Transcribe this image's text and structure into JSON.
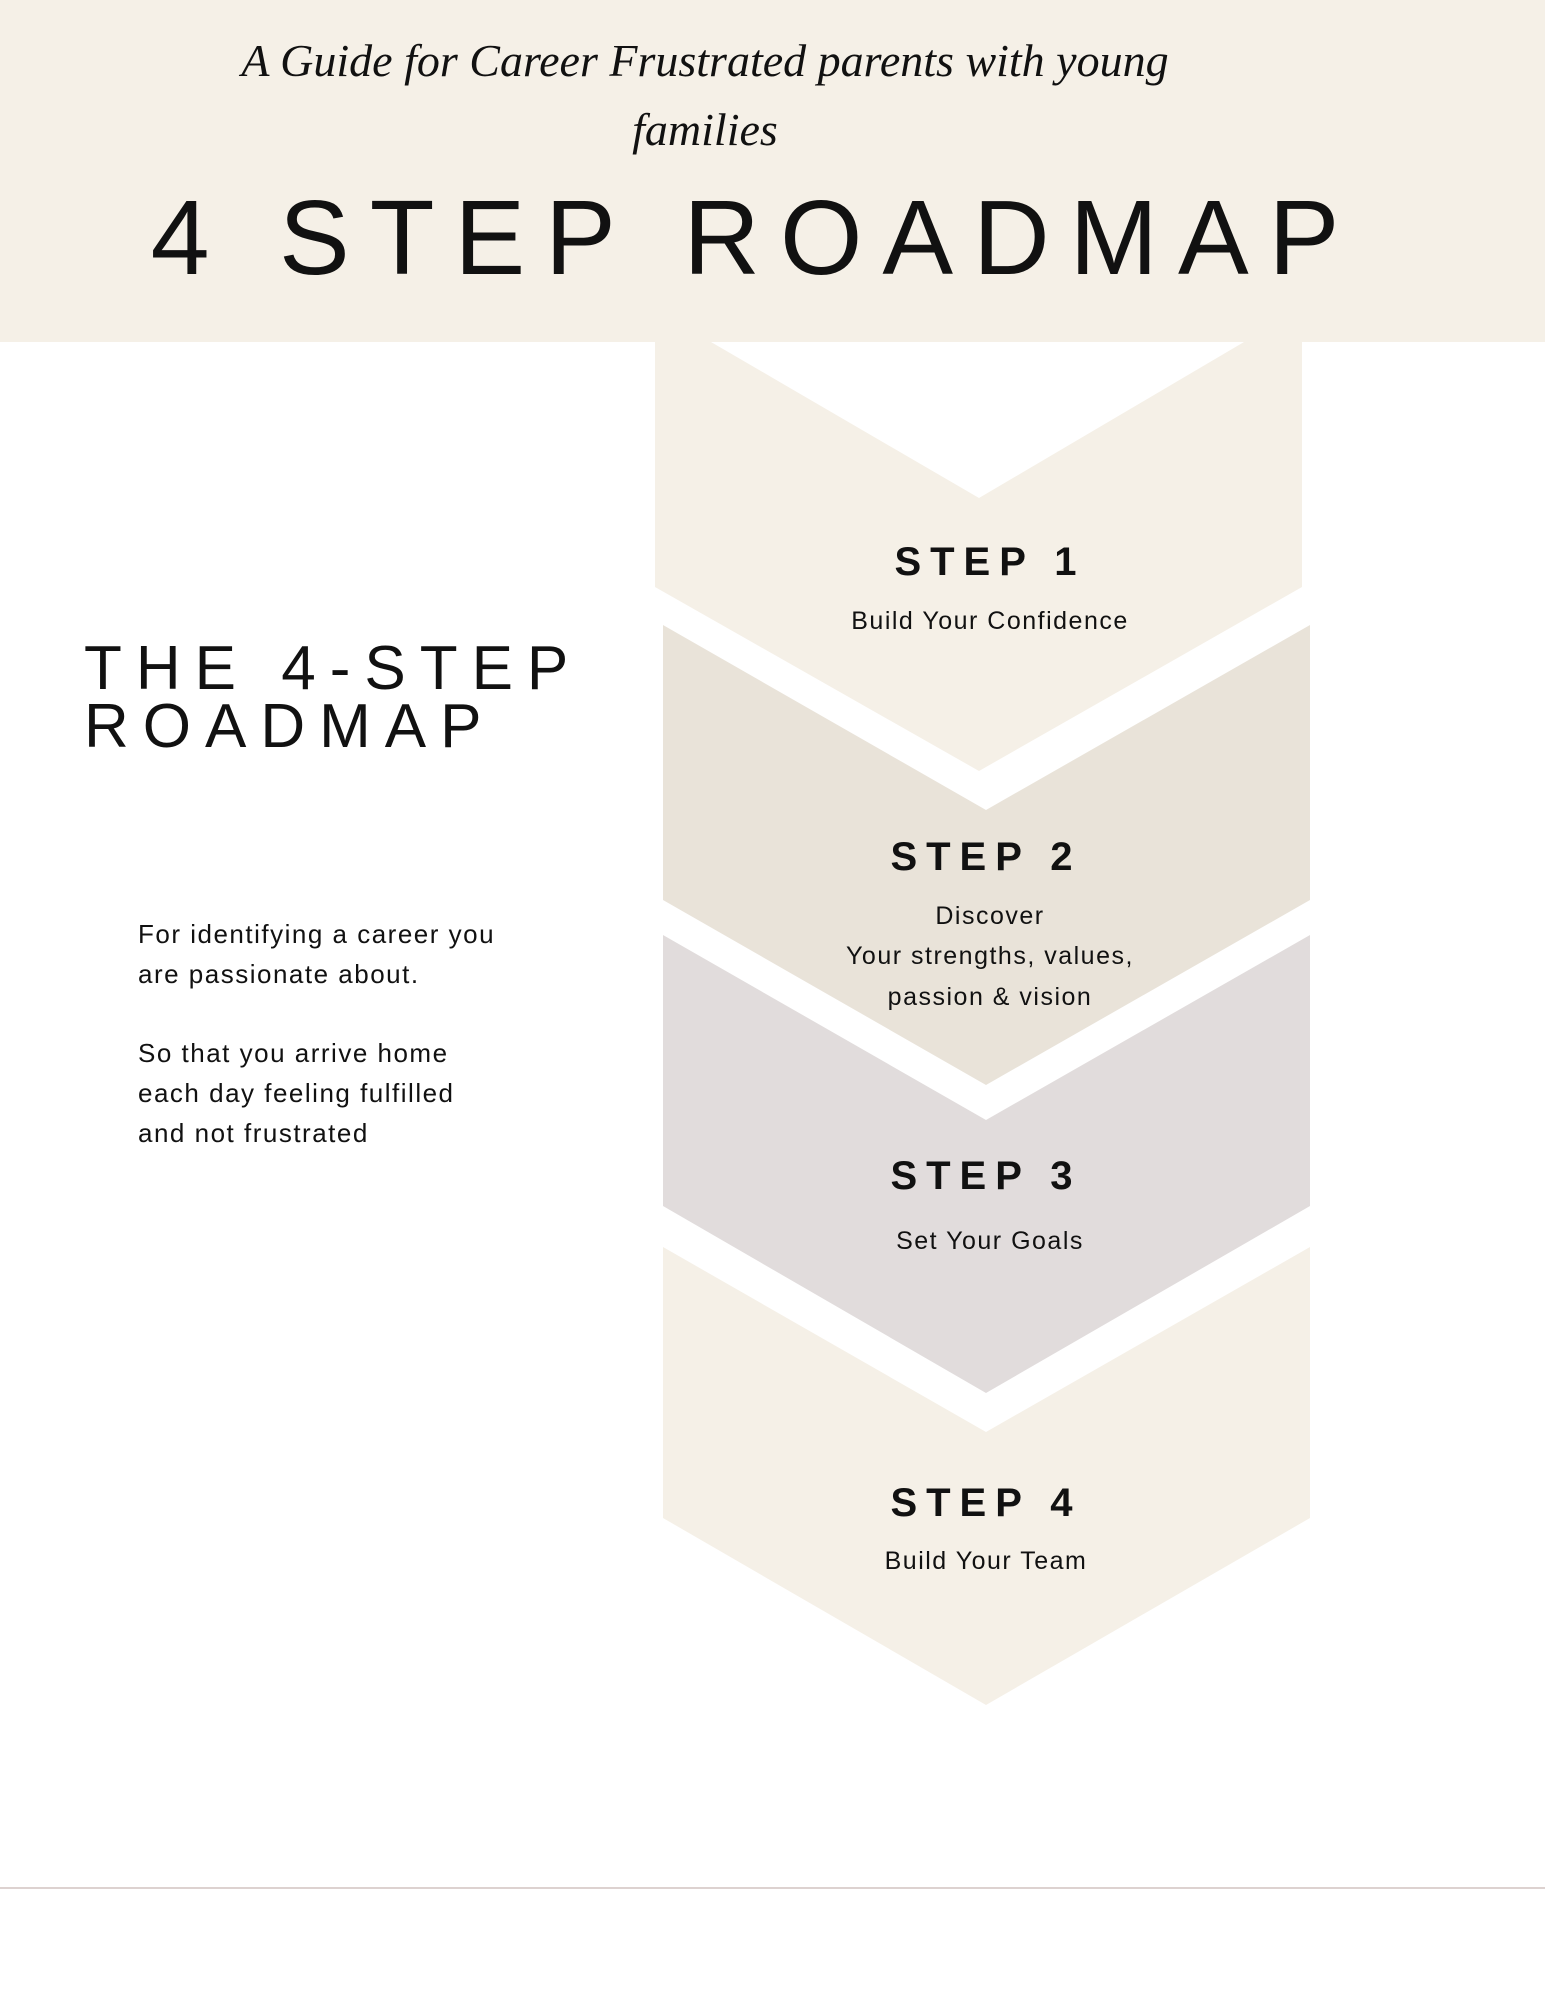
{
  "header": {
    "subtitle_line1": "A Guide for Career Frustrated parents with young",
    "subtitle_line2": "families",
    "title": "4 STEP ROADMAP"
  },
  "left": {
    "heading_line1": "THE 4-STEP",
    "heading_line2": "ROADMAP",
    "para1_line1": "For identifying a career you",
    "para1_line2": "are passionate about.",
    "para2_line1": "So that you arrive home",
    "para2_line2": "each day feeling fulfilled",
    "para2_line3": "and not frustrated"
  },
  "steps": [
    {
      "label": "STEP 1",
      "desc": [
        "Build Your Confidence"
      ],
      "color": "#f5f0e7"
    },
    {
      "label": "STEP 2",
      "desc": [
        "Discover",
        "Your strengths, values,",
        "passion & vision"
      ],
      "color": "#e9e3d9"
    },
    {
      "label": "STEP 3",
      "desc": [
        "Set Your Goals"
      ],
      "color": "#e1dcdc"
    },
    {
      "label": "STEP 4",
      "desc": [
        "Build Your Team"
      ],
      "color": "#f5f0e7"
    }
  ]
}
